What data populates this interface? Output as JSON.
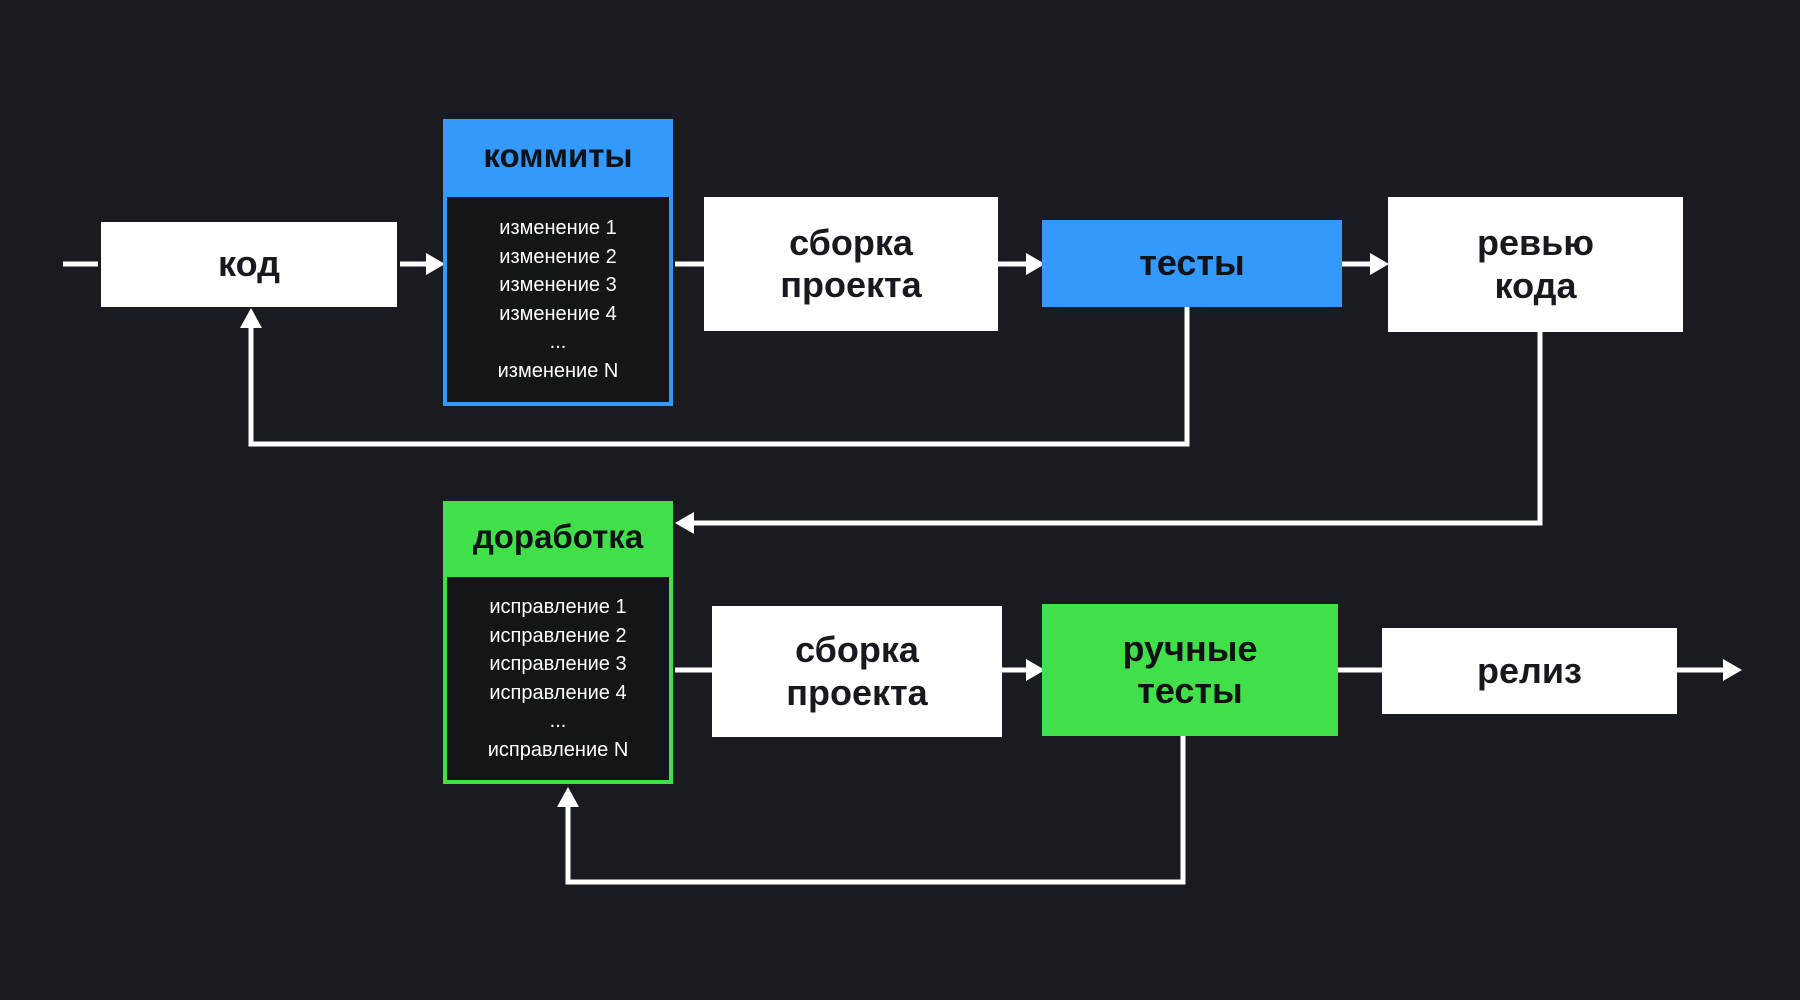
{
  "diagram": {
    "colors": {
      "background": "#191B20",
      "blue": "#3399FA",
      "green": "#41E04B",
      "box_bg": "#FFFFFF",
      "panel_bg": "#141519",
      "line": "#FFFFFF",
      "text_dark": "#17191E",
      "list_text": "#FFFFFF"
    },
    "top_row": {
      "code_label": "код",
      "commits": {
        "title": "коммиты",
        "items": [
          "изменение 1",
          "изменение 2",
          "изменение 3",
          "изменение 4",
          "...",
          "изменение N"
        ]
      },
      "build_label": "сборка\nпроекта",
      "tests_label": "тесты",
      "review_label": "ревью\nкода"
    },
    "bottom_row": {
      "rework": {
        "title": "доработка",
        "items": [
          "исправление 1",
          "исправление 2",
          "исправление 3",
          "исправление 4",
          "...",
          "исправление N"
        ]
      },
      "build_label": "сборка\nпроекта",
      "manual_tests_label": "ручные\nтесты",
      "release_label": "релиз"
    }
  }
}
